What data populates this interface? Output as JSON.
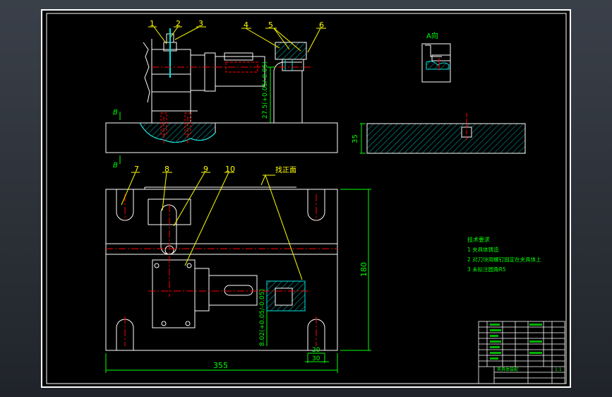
{
  "colors": {
    "background": "#000000",
    "frame": "#ffffff",
    "leader": "#ffff00",
    "label": "#ffff00",
    "dimension": "#00ff00",
    "centerline": "#ff0000",
    "hidden": "#ff0000",
    "hatch": "#00e5e5",
    "text_green": "#00ff00"
  },
  "balloons": [
    "1",
    "2",
    "3",
    "4",
    "5",
    "6",
    "7",
    "8",
    "9",
    "10"
  ],
  "view_labels": {
    "a_view": "A向",
    "section_mark_top": "B",
    "section_mark_bottom": "B",
    "reference_face": "找正面"
  },
  "dimensions": {
    "height_27_5": "27.5(+0.05/-0.05)",
    "height_35": "35",
    "height_180": "180",
    "width_355": "355",
    "offset_8_02": "8.02(+0.05/-0.05)",
    "width_20": "20",
    "width_30": "30"
  },
  "tech_requirements": {
    "heading": "技术要求",
    "items": [
      "1 夹具体铸造",
      "2 对刀块用螺钉固定在夹具体上",
      "3 未标注圆角R5"
    ]
  },
  "title_block": {
    "name": "夹具体装配",
    "scale": "1:1"
  }
}
